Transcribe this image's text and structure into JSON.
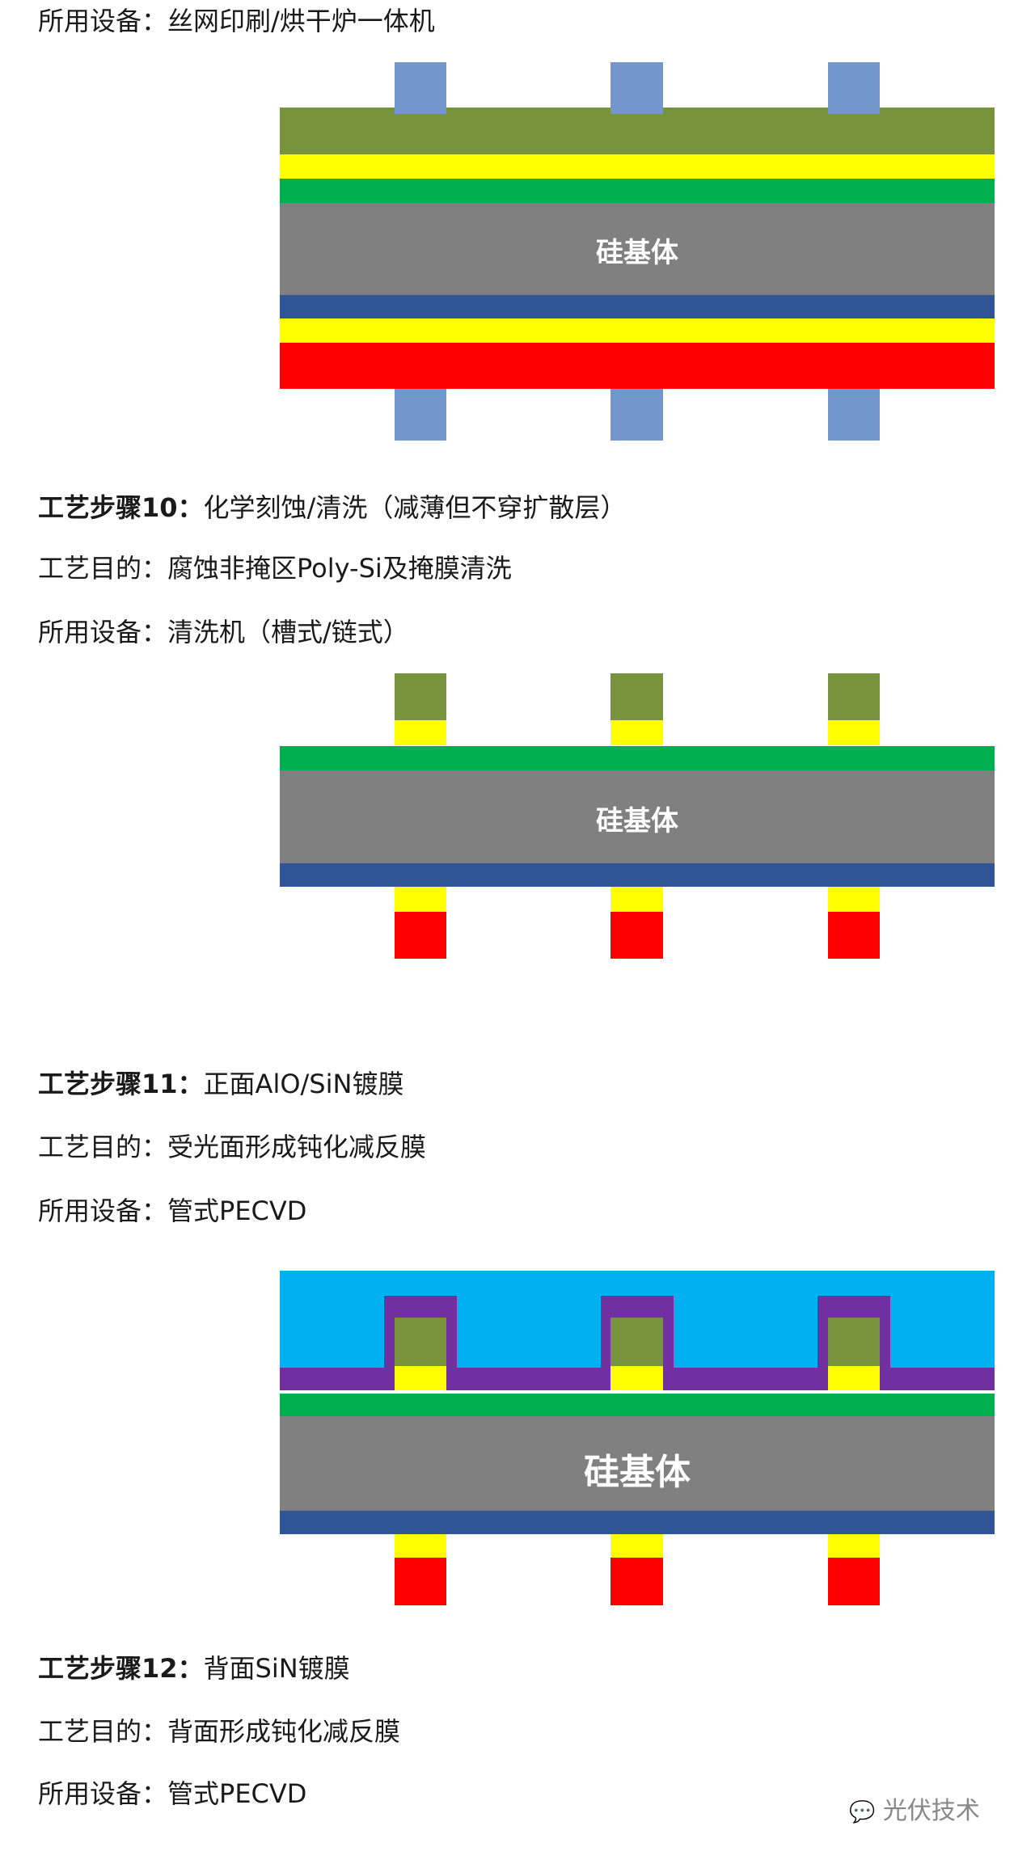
{
  "intro_equipment": {
    "label": "所用设备：",
    "value": "丝网印刷/烘干炉一体机"
  },
  "substrate_label": "硅基体",
  "step10": {
    "title_label": "工艺步骤10：",
    "title": "化学刻蚀/清洗（减薄但不穿扩散层）",
    "purpose_label": "工艺目的：",
    "purpose": "腐蚀非掩区Poly-Si及掩膜清洗",
    "equipment_label": "所用设备：",
    "equipment": "清洗机（槽式/链式）"
  },
  "step11": {
    "title_label": "工艺步骤11：",
    "title": "正面AlO/SiN镀膜",
    "purpose_label": "工艺目的：",
    "purpose": "受光面形成钝化减反膜",
    "equipment_label": "所用设备：",
    "equipment": "管式PECVD"
  },
  "step12": {
    "title_label": "工艺步骤12：",
    "title": "背面SiN镀膜",
    "purpose_label": "工艺目的：",
    "purpose": "背面形成钝化减反膜",
    "equipment_label": "所用设备：",
    "equipment": "管式PECVD"
  },
  "watermark": "光伏技术",
  "colors": {
    "olive": "#77933c",
    "yellow": "#ffff00",
    "green": "#00b050",
    "gray": "#808080",
    "blue": "#2f5597",
    "red": "#ff0000",
    "pad": "#7396cc",
    "sky": "#00b0f0",
    "purple": "#7030a0"
  }
}
